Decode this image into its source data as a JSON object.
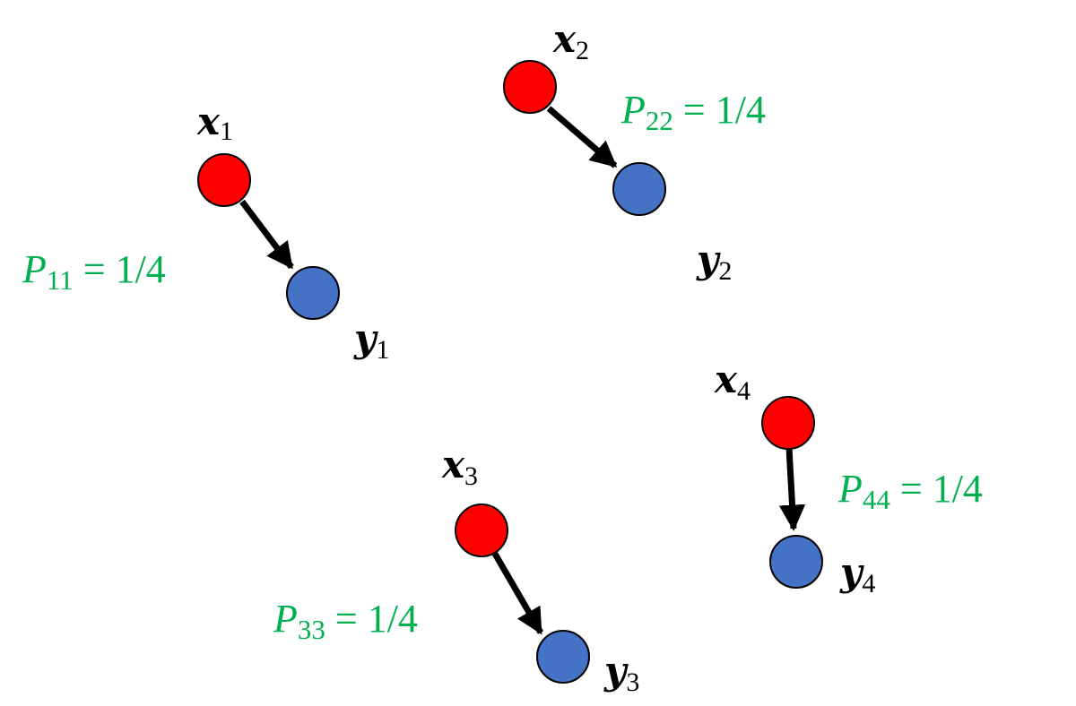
{
  "colors": {
    "source_node": "#ff0000",
    "target_node": "#4472c4",
    "node_stroke": "#000000",
    "arrow": "#000000",
    "probability_text": "#00b050"
  },
  "pairs": [
    {
      "source": {
        "symbol": "x",
        "subscript": "1"
      },
      "target": {
        "symbol": "y",
        "subscript": "1"
      },
      "probability": {
        "symbol": "P",
        "subscript": "11",
        "value": " = 1/4"
      }
    },
    {
      "source": {
        "symbol": "x",
        "subscript": "2"
      },
      "target": {
        "symbol": "y",
        "subscript": "2"
      },
      "probability": {
        "symbol": "P",
        "subscript": "22",
        "value": " = 1/4"
      }
    },
    {
      "source": {
        "symbol": "x",
        "subscript": "3"
      },
      "target": {
        "symbol": "y",
        "subscript": "3"
      },
      "probability": {
        "symbol": "P",
        "subscript": "33",
        "value": " = 1/4"
      }
    },
    {
      "source": {
        "symbol": "x",
        "subscript": "4"
      },
      "target": {
        "symbol": "y",
        "subscript": "4"
      },
      "probability": {
        "symbol": "P",
        "subscript": "44",
        "value": " = 1/4"
      }
    }
  ]
}
